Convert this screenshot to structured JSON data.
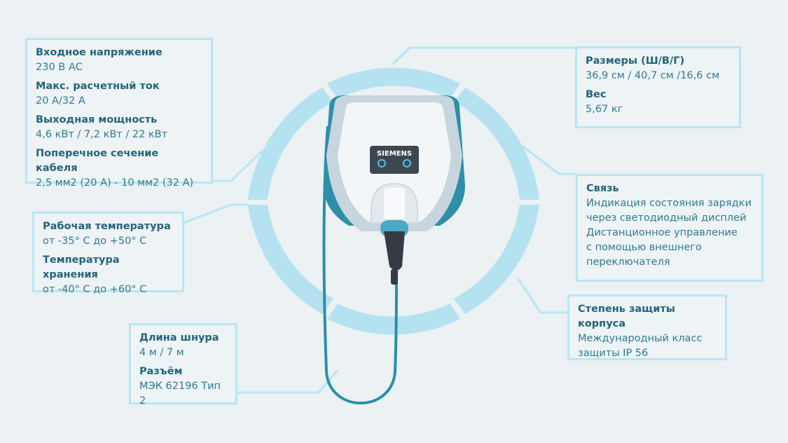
{
  "logo": "SIEMENS",
  "colors": {
    "ring": "#b5e2f1",
    "box_border": "#b7e6f5",
    "text": "#2a6f86",
    "cable": "#2c8ea8"
  },
  "boxes": {
    "electrical": {
      "items": [
        {
          "title": "Входное напряжение",
          "value": "230 В АС"
        },
        {
          "title": "Макс. расчетный ток",
          "value": "20 А/32 А"
        },
        {
          "title": "Выходная мощность",
          "value": "4,6 кВт / 7,2 кВт / 22 кВт"
        },
        {
          "title": "Поперечное сечение кабеля",
          "value": "2,5 мм2 (20 А) - 10 мм2 (32 А)"
        }
      ]
    },
    "temperature": {
      "items": [
        {
          "title": "Рабочая температура",
          "value": "от -35° С до +50° С"
        },
        {
          "title": "Температура хранения",
          "value": "от -40° С до +60° С"
        }
      ]
    },
    "cable": {
      "items": [
        {
          "title": "Длина шнура",
          "value": "4 м / 7 м"
        },
        {
          "title": "Разъём",
          "value": "МЭК 62196 Тип 2"
        }
      ]
    },
    "dimensions": {
      "items": [
        {
          "title": "Размеры (Ш/В/Г)",
          "value": "36,9 см / 40,7 см /16,6 см"
        },
        {
          "title": "Вес",
          "value": "5,67 кг"
        }
      ]
    },
    "connectivity": {
      "title": "Связь",
      "lines": [
        "Индикация состояния зарядки",
        "через светодиодный дисплей",
        "Дистанционное управление",
        "с помощью внешнего",
        "переключателя"
      ]
    },
    "protection": {
      "title": "Степень защиты корпуса",
      "lines": [
        "Международный класс",
        "защиты IP 56"
      ]
    }
  }
}
